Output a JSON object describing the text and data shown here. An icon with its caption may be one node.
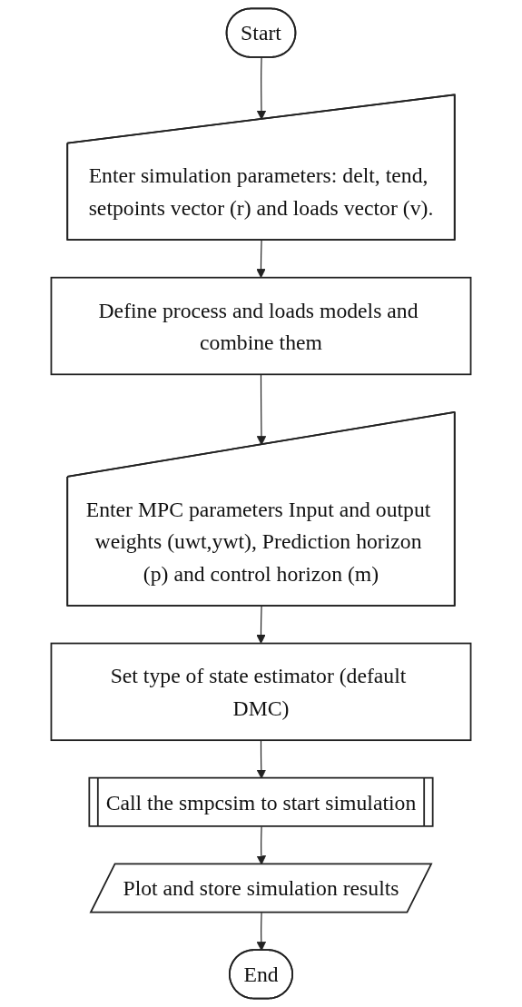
{
  "diagram": {
    "nodes": [
      {
        "text": [
          "Start"
        ]
      },
      {
        "text": [
          "Enter simulation parameters: delt, tend, setpoints vector (r) and loads vector (v)."
        ]
      },
      {
        "text": [
          "Define process and loads models and combine them"
        ]
      },
      {
        "text": [
          "Enter MPC parameters Input and output weights (uwt,ywt), Prediction horizon (p) and control horizon (m)"
        ]
      },
      {
        "text": [
          "Set type of state estimator (default DMC)"
        ]
      },
      {
        "text": [
          "Call the smpcsim to start simulation"
        ]
      },
      {
        "text": [
          "Plot and store simulation results"
        ]
      },
      {
        "text": [
          "End"
        ]
      }
    ],
    "edges": [
      {
        "from": 0,
        "to": 1,
        "arrow": "to"
      },
      {
        "from": 1,
        "to": 2,
        "arrow": "to"
      },
      {
        "from": 2,
        "to": 3,
        "arrow": "to"
      },
      {
        "from": 3,
        "to": 4,
        "arrow": "to"
      },
      {
        "from": 4,
        "to": 5,
        "arrow": "to"
      },
      {
        "from": 5,
        "to": 6,
        "arrow": "to"
      },
      {
        "from": 6,
        "to": 7,
        "arrow": "to"
      }
    ]
  }
}
